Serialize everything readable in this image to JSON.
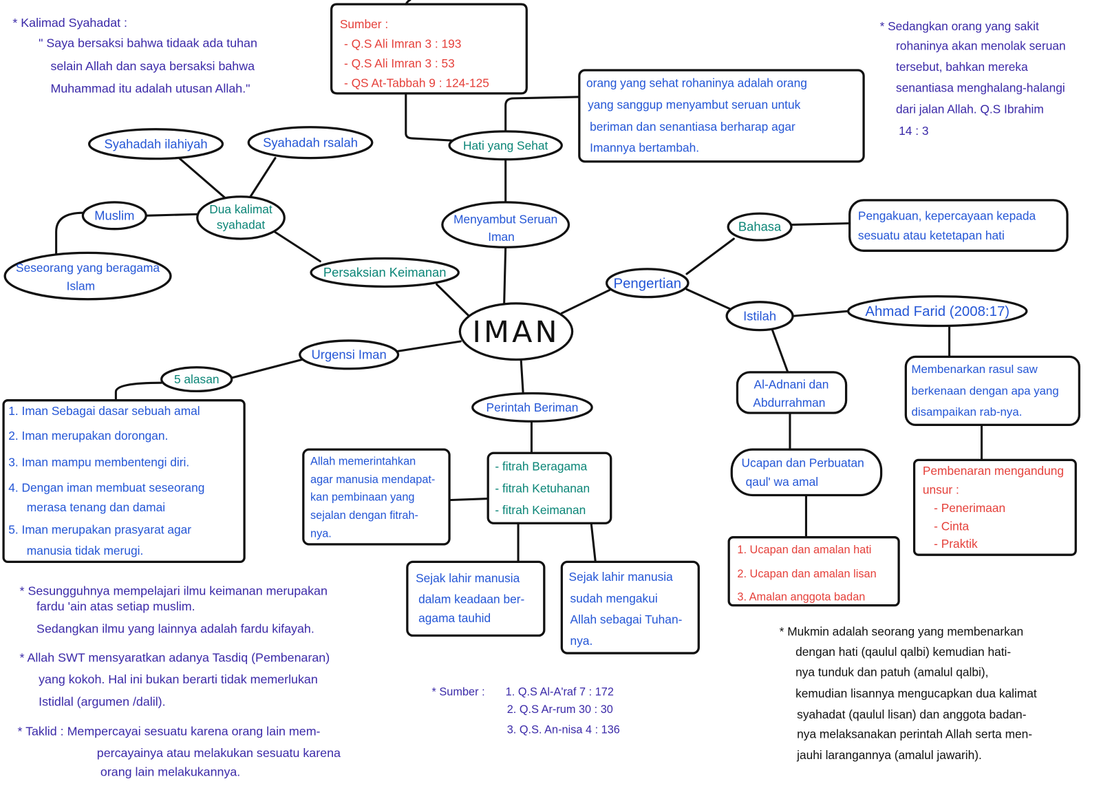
{
  "colors": {
    "background": "#ffffff",
    "ink": "#111111",
    "note_purple": "#3b2aa8",
    "node_blue": "#2456d6",
    "node_teal": "#0b8577",
    "source_red": "#e5413b"
  },
  "notes": {
    "kalimat_syahadat": {
      "lines": [
        "* Kalimad Syahadat :",
        "\" Saya bersaksi bahwa tidaak ada tuhan",
        "selain Allah dan saya bersaksi bahwa",
        "Muhammad itu adalah utusan Allah.\""
      ]
    },
    "sakit_rohani": {
      "lines": [
        "* Sedangkan orang yang sakit",
        "rohaninya akan menolak seruan",
        "tersebut, bahkan mereka",
        "senantiasa menghalang-halangi",
        "dari jalan Allah. Q.S Ibrahim",
        "14 : 3"
      ]
    },
    "fardu_ain": {
      "lines": [
        "* Sesungguhnya mempelajari ilmu keimanan merupakan",
        "fardu 'ain atas setiap muslim.",
        "Sedangkan ilmu yang lainnya adalah fardu kifayah."
      ]
    },
    "tasdiq": {
      "lines": [
        "* Allah SWT mensyaratkan adanya Tasdiq (Pembenaran)",
        "yang kokoh. Hal ini bukan berarti tidak memerlukan",
        "Istidlal (argumen /dalil)."
      ]
    },
    "taklid": {
      "lines": [
        "* Taklid : Mempercayai sesuatu karena orang lain mem-",
        "percayainya atau melakukan sesuatu karena",
        "orang lain melakukannya."
      ]
    },
    "sumber_perintah": {
      "label": "* Sumber :",
      "items": [
        "1. Q.S Al-A'raf 7 : 172",
        "2. Q.S Ar-rum 30 : 30",
        "3. Q.S. An-nisa 4 : 136"
      ]
    },
    "mukmin": {
      "lines": [
        "* Mukmin adalah seorang yang membenarkan",
        "dengan hati (qaulul qalbi) kemudian hati-",
        "nya tunduk dan patuh (amalul qalbi),",
        "kemudian lisannya mengucapkan dua kalimat",
        "syahadat (qaulul lisan) dan anggota badan-",
        "nya melaksanakan perintah Allah serta men-",
        "jauhi larangannya (amalul jawarih)."
      ]
    }
  },
  "center": {
    "label": "IMAN"
  },
  "branches": {
    "persaksian": {
      "label": "Persaksian Keimanan",
      "dua_kalimat": {
        "lines": [
          "Dua kalimat",
          "syahadat"
        ]
      },
      "syahadah_ilahiyah": "Syahadah ilahiyah",
      "syahadah_risalah": "Syahadah rsalah",
      "muslim": "Muslim",
      "seseorang": {
        "lines": [
          "Seseorang yang beragama",
          "Islam"
        ]
      }
    },
    "menyambut": {
      "lines": [
        "Menyambut Seruan",
        "Iman"
      ],
      "hati_sehat": "Hati yang Sehat",
      "sumber": {
        "lines": [
          "Sumber :",
          "- Q.S Ali Imran 3 : 193",
          "- Q.S Ali Imran 3 : 53",
          "- QS At-Tabbah 9 : 124-125"
        ]
      },
      "penjelasan": {
        "lines": [
          "orang yang sehat rohaninya adalah orang",
          "yang sanggup menyambut seruan untuk",
          "beriman dan senantiasa berharap agar",
          "Imannya bertambah."
        ]
      }
    },
    "pengertian": {
      "label": "Pengertian",
      "bahasa": {
        "label": "Bahasa",
        "definisi": {
          "lines": [
            "Pengakuan, kepercayaan kepada",
            "sesuatu atau ketetapan hati"
          ]
        }
      },
      "istilah": {
        "label": "Istilah",
        "ahmad_farid": {
          "label": "Ahmad Farid (2008:17)",
          "definisi": {
            "lines": [
              "Membenarkan rasul saw",
              "berkenaan dengan apa yang",
              "disampaikan rab-nya."
            ]
          },
          "unsur": {
            "lines": [
              "Pembenaran mengandung",
              "unsur :",
              "- Penerimaan",
              "- Cinta",
              "- Praktik"
            ]
          }
        },
        "al_adnani": {
          "label": {
            "lines": [
              "Al-Adnani dan",
              "Abdurrahman"
            ]
          },
          "definisi": {
            "lines": [
              "Ucapan dan Perbuatan",
              "qaul' wa amal"
            ]
          },
          "rincian": {
            "lines": [
              "1. Ucapan dan amalan hati",
              "2. Ucapan dan amalan lisan",
              "3. Amalan anggota badan"
            ]
          }
        }
      }
    },
    "urgensi": {
      "label": "Urgensi Iman",
      "alasan": "5 alasan",
      "list": {
        "lines": [
          "1. Iman Sebagai dasar sebuah amal",
          "2. Iman merupakan dorongan.",
          "3. Iman mampu membentengi diri.",
          "4. Dengan iman membuat seseorang",
          "merasa tenang dan damai",
          "5. Iman merupakan prasyarat agar",
          "manusia tidak merugi."
        ]
      }
    },
    "perintah": {
      "label": "Perintah Beriman",
      "fitrah": {
        "lines": [
          "- fitrah Beragama",
          "- fitrah Ketuhanan",
          "- fitrah Keimanan"
        ]
      },
      "tujuan": {
        "lines": [
          "Allah memerintahkan",
          "agar manusia mendapat-",
          "kan pembinaan yang",
          "sejalan dengan fitrah-",
          "nya."
        ]
      },
      "sejak_lahir_1": {
        "lines": [
          "Sejak lahir manusia",
          "dalam keadaan ber-",
          "agama tauhid"
        ]
      },
      "sejak_lahir_2": {
        "lines": [
          "Sejak lahir manusia",
          "sudah mengakui",
          "Allah sebagai Tuhan-",
          "nya."
        ]
      }
    }
  }
}
